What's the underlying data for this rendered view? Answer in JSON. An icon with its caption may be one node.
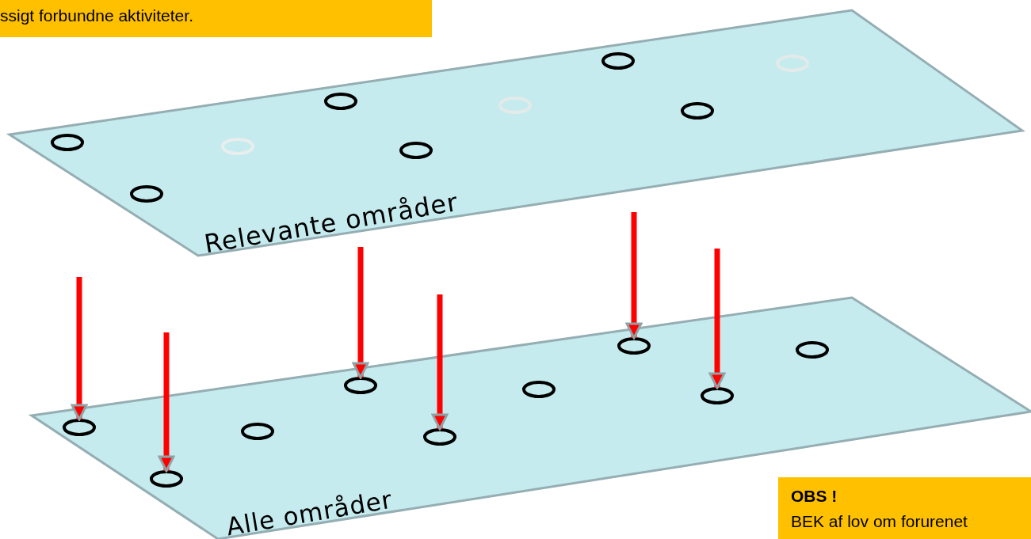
{
  "diagram": {
    "nodes": [
      {
        "text": [
          "Relevante områder"
        ]
      },
      {
        "text": [],
        "shape": "circle",
        "in": 0
      },
      {
        "text": [],
        "shape": "circle",
        "in": 0
      },
      {
        "text": [],
        "shape": "circle",
        "in": 0
      },
      {
        "text": [],
        "shape": "circle",
        "in": 0
      },
      {
        "text": [],
        "shape": "circle",
        "in": 0
      },
      {
        "text": [],
        "shape": "circle",
        "in": 0
      },
      {
        "text": [],
        "shape": "circle",
        "in": 0
      },
      {
        "text": [],
        "shape": "circle",
        "in": 0
      },
      {
        "text": [],
        "shape": "circle",
        "in": 0
      },
      {
        "text": [
          "Alle områder"
        ]
      },
      {
        "text": [],
        "shape": "circle",
        "in": 10
      },
      {
        "text": [],
        "shape": "circle",
        "in": 10
      },
      {
        "text": [],
        "shape": "circle",
        "in": 10
      },
      {
        "text": [],
        "shape": "circle",
        "in": 10
      },
      {
        "text": [],
        "shape": "circle",
        "in": 10
      },
      {
        "text": [],
        "shape": "circle",
        "in": 10
      },
      {
        "text": [],
        "shape": "circle",
        "in": 10
      },
      {
        "text": [],
        "shape": "circle",
        "in": 10
      },
      {
        "text": [],
        "shape": "circle",
        "in": 10
      }
    ],
    "edges": [
      {
        "from": null,
        "to": 11,
        "arrow": "to"
      },
      {
        "from": null,
        "to": 12,
        "arrow": "to"
      },
      {
        "from": null,
        "to": 14,
        "arrow": "to"
      },
      {
        "from": null,
        "to": 15,
        "arrow": "to"
      },
      {
        "from": null,
        "to": 17,
        "arrow": "to"
      },
      {
        "from": null,
        "to": 18,
        "arrow": "to"
      }
    ],
    "labels": [
      "ssigt forbundne aktiviteter.",
      "OBS !",
      "BEK af lov om forurenet"
    ]
  }
}
